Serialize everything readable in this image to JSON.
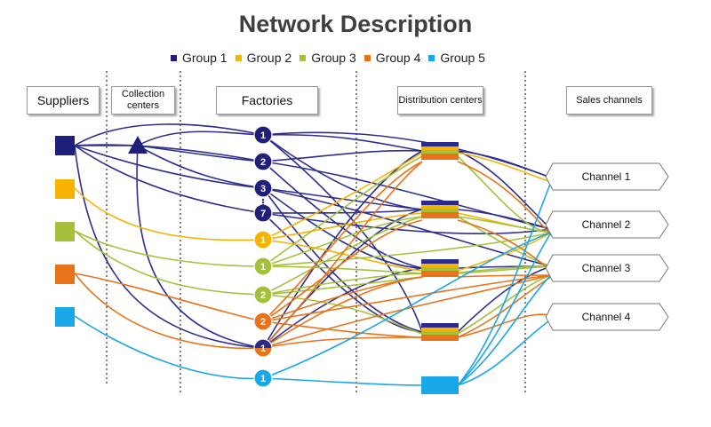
{
  "title": "Network Description",
  "legend": [
    {
      "label": "Group 1",
      "color": "#1f1f7a"
    },
    {
      "label": "Group 2",
      "color": "#f6b400"
    },
    {
      "label": "Group 3",
      "color": "#a5c13b"
    },
    {
      "label": "Group 4",
      "color": "#e8731a"
    },
    {
      "label": "Group 5",
      "color": "#1aa7e8"
    }
  ],
  "headers": {
    "suppliers": "Suppliers",
    "collection": "Collection centers",
    "factories": "Factories",
    "distribution": "Distribution centers",
    "sales": "Sales channels"
  },
  "factories": [
    "1",
    "2",
    "3",
    "7",
    "1",
    "1",
    "2",
    "2",
    "1",
    "1"
  ],
  "channels": [
    "Channel 1",
    "Channel 2",
    "Channel 3",
    "Channel 4"
  ]
}
